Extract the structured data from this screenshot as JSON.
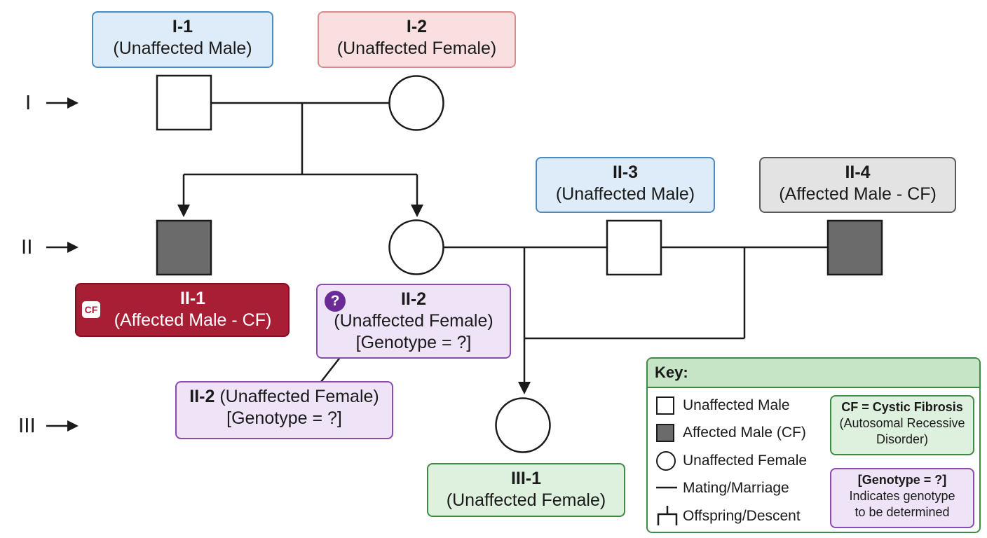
{
  "generations": [
    "I",
    "II",
    "III"
  ],
  "labels": {
    "I1": {
      "id": "I-1",
      "desc": "(Unaffected Male)"
    },
    "I2": {
      "id": "I-2",
      "desc": "(Unaffected Female)"
    },
    "II1": {
      "id": "II-1",
      "desc": "(Affected Male - CF)",
      "badge": "CF"
    },
    "II2": {
      "id": "II-2",
      "desc": "(Unaffected Female)",
      "genotype": "[Genotype = ?]",
      "badge": "?"
    },
    "II3": {
      "id": "II-3",
      "desc": "(Unaffected Male)"
    },
    "II4": {
      "id": "II-4",
      "desc": "(Affected Male - CF)"
    },
    "III1": {
      "id": "III-1",
      "desc": "(Unaffected Female)"
    }
  },
  "callout": {
    "id": "II-2",
    "desc": "(Unaffected Female)",
    "genotype": "[Genotype = ?]"
  },
  "key": {
    "title": "Key:",
    "items": [
      "Unaffected Male",
      "Affected Male (CF)",
      "Unaffected Female",
      "Mating/Marriage",
      "Offspring/Descent"
    ],
    "cf_box": {
      "title": "CF = Cystic Fibrosis",
      "line1": "(Autosomal Recessive",
      "line2": "Disorder)"
    },
    "genotype_box": {
      "title": "[Genotype = ?]",
      "line1": "Indicates genotype",
      "line2": "to be determined"
    }
  },
  "colors": {
    "affected_fill": "#6b6b6b",
    "male_label": "#deebf8",
    "female_label": "#f9dfdf",
    "affected_label": "#a81f35",
    "genotype_label": "#efe3f7",
    "offspring_label": "#def1de"
  }
}
